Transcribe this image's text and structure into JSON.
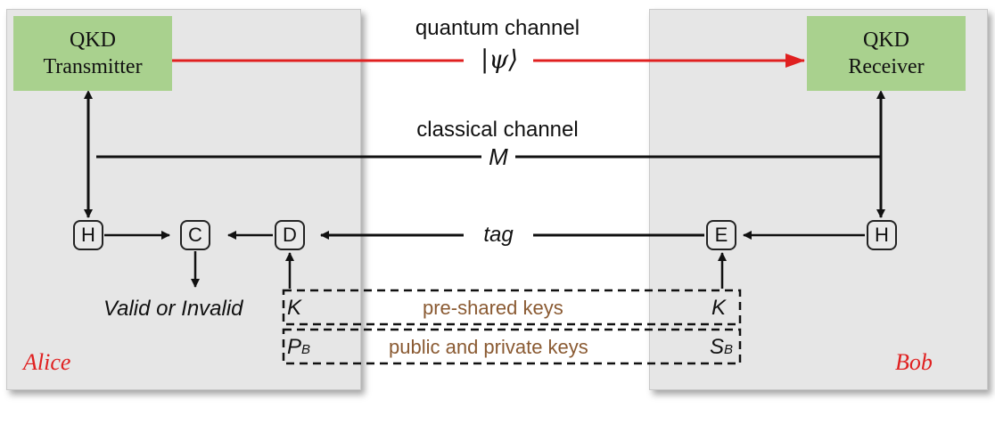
{
  "alice": {
    "name": "Alice",
    "transmitter": [
      "QKD",
      "Transmitter"
    ],
    "nodes": {
      "h": "H",
      "c": "C",
      "d": "D"
    },
    "result": "Valid or Invalid",
    "key_k": "K",
    "key_p": "P",
    "key_p_sub": "B"
  },
  "bob": {
    "name": "Bob",
    "receiver": [
      "QKD",
      "Receiver"
    ],
    "nodes": {
      "e": "E",
      "h": "H"
    },
    "key_k": "K",
    "key_s": "S",
    "key_s_sub": "B"
  },
  "channels": {
    "quantum_label": "quantum channel",
    "quantum_state": "|ψ⟩",
    "classical_label": "classical channel",
    "classical_message": "M",
    "tag_label": "tag"
  },
  "keys": {
    "preshared": "pre-shared keys",
    "public_private": "public and private keys"
  },
  "colors": {
    "panel": "#e6e6e6",
    "qkd_box": "#a9d18e",
    "quantum_arrow": "#e02020",
    "party_label": "#e02020",
    "key_label": "#8a5a32",
    "line": "#111111"
  }
}
